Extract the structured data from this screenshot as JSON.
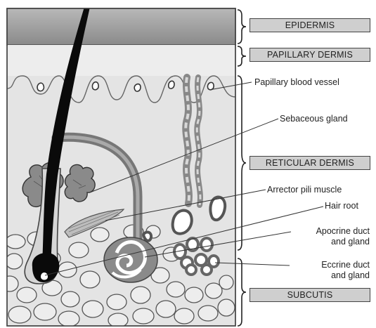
{
  "layers": {
    "epidermis": "EPIDERMIS",
    "papillary_dermis": "PAPILLARY DERMIS",
    "reticular_dermis": "RETICULAR DERMIS",
    "subcutis": "SUBCUTIS"
  },
  "callouts": {
    "papillary_blood_vessel": "Papillary blood vessel",
    "sebaceous_gland": "Sebaceous gland",
    "arrector_pili_muscle": "Arrector pili muscle",
    "hair_root": "Hair root",
    "apocrine_line1": "Apocrine duct",
    "apocrine_line2": "and gland",
    "eccrine_line1": "Eccrine duct",
    "eccrine_line2": "and gland"
  },
  "colors": {
    "epidermis": "#9a9a9a",
    "dermis": "#e2e2e2",
    "subcutis_fat": "#ececec",
    "hair": "#0a0a0a",
    "gland": "#7a7a7a",
    "label_box": "#cfcfcf"
  }
}
